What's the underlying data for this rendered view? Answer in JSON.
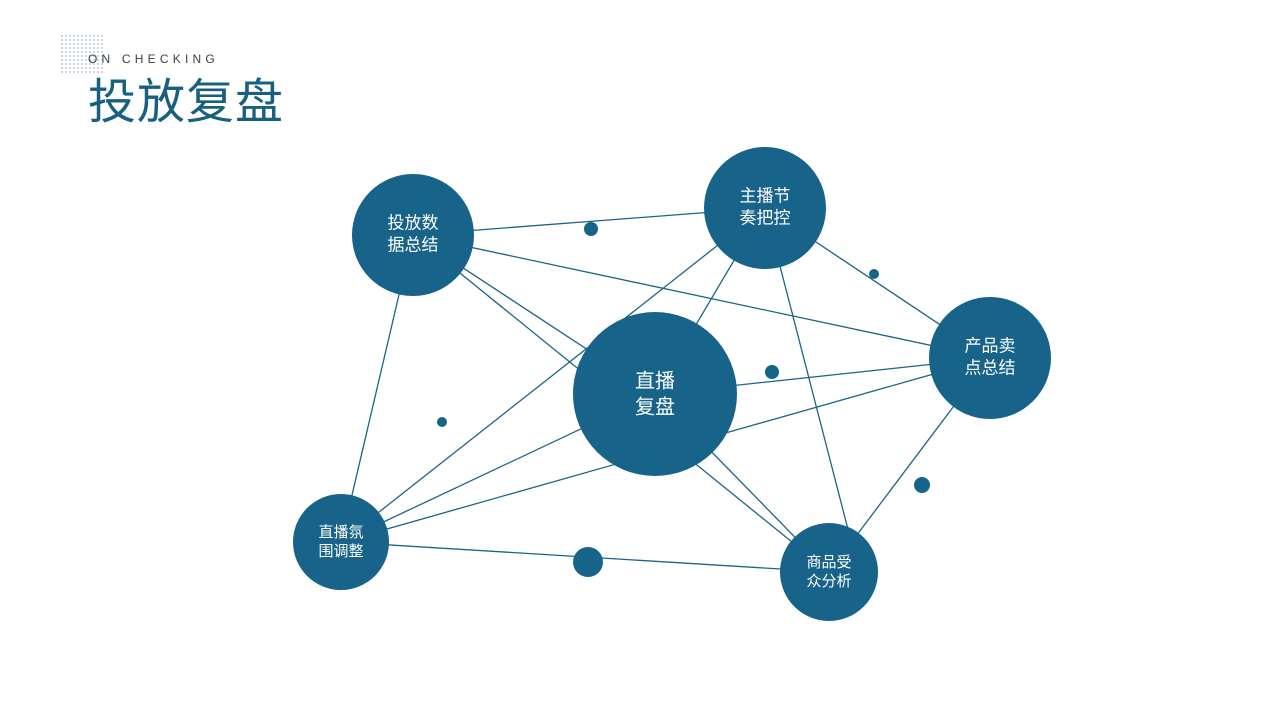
{
  "header": {
    "subtitle": "ON CHECKING",
    "title": "投放复盘"
  },
  "nodes": [
    {
      "id": "center",
      "lines": [
        "直播",
        "复盘"
      ]
    },
    {
      "id": "data-summary",
      "lines": [
        "投放数",
        "据总结"
      ]
    },
    {
      "id": "rhythm-control",
      "lines": [
        "主播节",
        "奏把控"
      ]
    },
    {
      "id": "selling-points",
      "lines": [
        "产品卖",
        "点总结"
      ]
    },
    {
      "id": "atmosphere",
      "lines": [
        "直播氛",
        "围调整"
      ]
    },
    {
      "id": "audience",
      "lines": [
        "商品受",
        "众分析"
      ]
    }
  ],
  "colors": {
    "accent": "#17638a",
    "title": "#17607f",
    "line": "#1b6586"
  }
}
